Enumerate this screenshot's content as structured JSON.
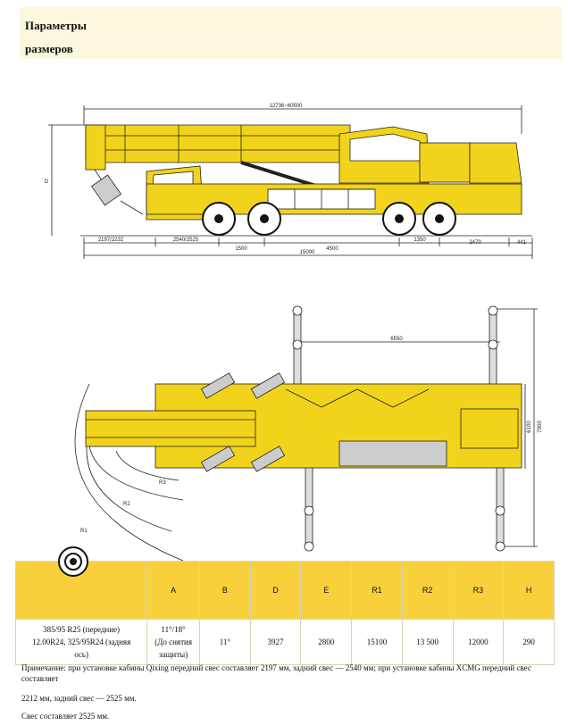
{
  "header": {
    "title_line1": "Параметры",
    "title_line2": "размеров"
  },
  "side_view": {
    "boom_length": "12736~60500",
    "height_label": "D",
    "front_overhang": "2197/2232",
    "dim_a": "2540/2525",
    "dim_b": "1500",
    "dim_c": "4500",
    "dim_d": "1350",
    "dim_e": "2470",
    "dim_f": "441",
    "total_length": "15000"
  },
  "top_view": {
    "outrigger_span": "6550",
    "width_1": "7900",
    "width_2": "6100",
    "radius_1": "R1",
    "radius_2": "R2",
    "radius_3": "R3"
  },
  "table": {
    "headers": [
      "A",
      "B",
      "D",
      "E",
      "R1",
      "R2",
      "R3",
      "H"
    ],
    "tire_lines": [
      "385/95 R25 (передние)",
      "12.00R24, 325/95R24 (задняя",
      "ось)"
    ],
    "a_lines": [
      "11°/18°",
      "(До снятия",
      "защиты)"
    ],
    "values": [
      "11°",
      "3927",
      "2800",
      "15100",
      "13 500",
      "12000",
      "290"
    ]
  },
  "note": {
    "line1": "Примечание: при установке кабины Qixing передний свес составляет 2197 мм, задний свес — 2540 мм; при установке кабины XCMG передний свес составляет",
    "line2": "2212 мм, задний свес — 2525 мм.",
    "line3": "Свес составляет 2525 мм."
  },
  "colors": {
    "crane_yellow": "#f2d31b",
    "header_bg": "#fdf7dd",
    "table_header": "#f7d03c",
    "line": "#222222"
  }
}
